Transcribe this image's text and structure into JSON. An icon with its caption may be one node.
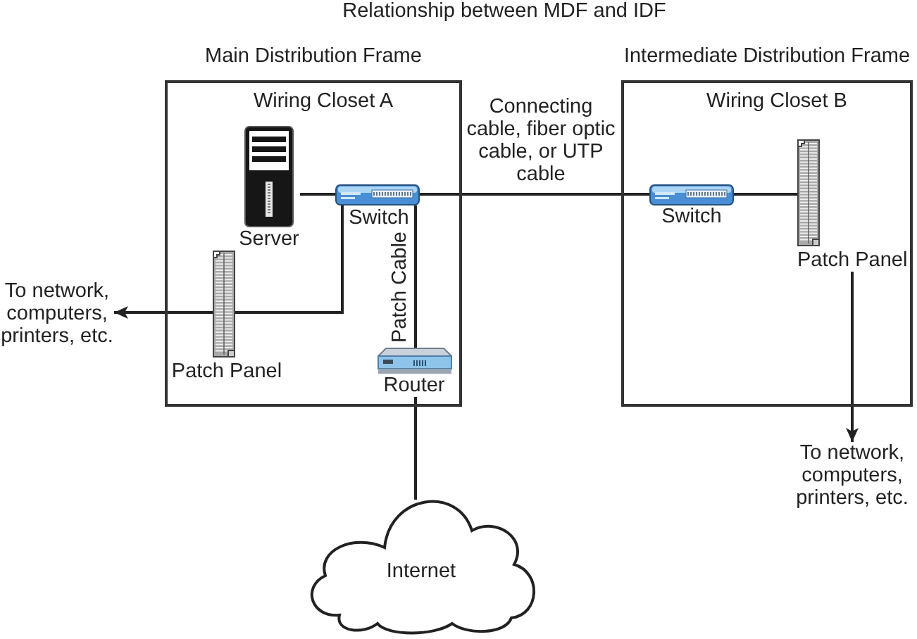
{
  "diagram": {
    "title": "Relationship between MDF and IDF",
    "nodes": [
      {
        "text": [
          "Main Distribution Frame",
          "Wiring Closet A"
        ]
      },
      {
        "text": [
          "Server"
        ],
        "in": 0
      },
      {
        "text": [],
        "shape": "picture",
        "beside": [
          "Switch"
        ],
        "in": 0
      },
      {
        "text": [],
        "shape": "picture",
        "beside": [
          "Patch Panel"
        ],
        "in": 0
      },
      {
        "text": [
          "Router"
        ],
        "in": 0
      },
      {
        "text": [
          "Intermediate Distribution Frame",
          "Wiring Closet B"
        ]
      },
      {
        "text": [
          "Switch"
        ],
        "in": 5
      },
      {
        "text": [
          "Patch Panel"
        ],
        "in": 5
      },
      {
        "text": [
          "To network, computers, printers, etc."
        ]
      },
      {
        "text": [
          "To network, computers, printers, etc."
        ]
      },
      {
        "text": [
          "Internet"
        ]
      }
    ],
    "edges": [
      {
        "from": 1,
        "to": 2,
        "arrow": "none"
      },
      {
        "from": 2,
        "to": 6,
        "arrow": "none",
        "label": "Connecting cable, fiber optic cable, or UTP cable"
      },
      {
        "from": 6,
        "to": 7,
        "arrow": "none"
      },
      {
        "from": 2,
        "to": 3,
        "arrow": "none"
      },
      {
        "from": 3,
        "to": 8,
        "arrow": "to"
      },
      {
        "from": 2,
        "to": 4,
        "arrow": "none",
        "label": "Patch Cable"
      },
      {
        "from": 7,
        "to": 9,
        "arrow": "to"
      },
      {
        "from": 4,
        "to": 10,
        "arrow": "none"
      }
    ]
  }
}
